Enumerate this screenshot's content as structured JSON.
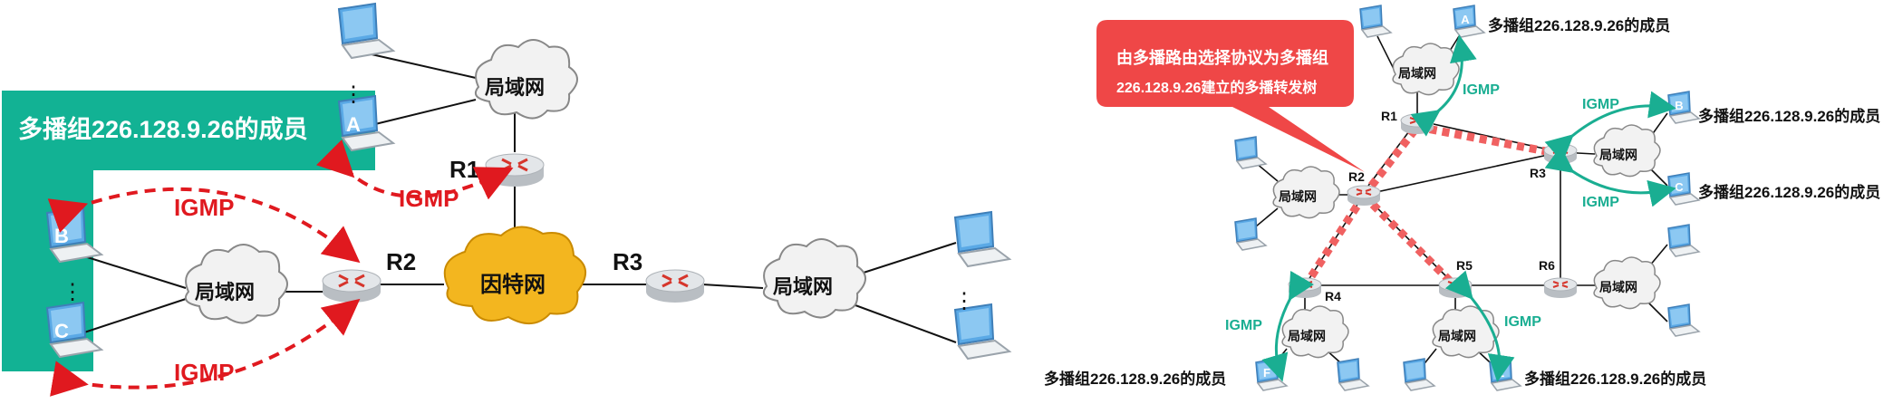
{
  "left": {
    "group_label": "多播组226.128.9.26的成员",
    "lan": "局域网",
    "internet": "因特网",
    "routers": {
      "r1": "R1",
      "r2": "R2",
      "r3": "R3"
    },
    "hosts": {
      "a": "A",
      "b": "B",
      "c": "C"
    },
    "igmp": "IGMP",
    "ellipsis": "⋮"
  },
  "right": {
    "callout_line1": "由多播路由选择协议为多播组",
    "callout_line2": "226.128.9.26建立的多播转发树",
    "lan": "局域网",
    "routers": {
      "r1": "R1",
      "r2": "R2",
      "r3": "R3",
      "r4": "R4",
      "r5": "R5",
      "r6": "R6"
    },
    "hosts": {
      "a": "A",
      "b": "B",
      "c": "C",
      "e": "E",
      "f": "F"
    },
    "igmp": "IGMP",
    "member_label": "多播组226.128.9.26的成员"
  },
  "colors": {
    "teal": "#12b294",
    "red": "#e0191f",
    "internet_fill": "#f3b61f",
    "router_fill": "#d9dde0",
    "router_arrows": "#d6352b",
    "laptop_screen": "#5aa9e6",
    "callout": "#ef4747",
    "tree_dash": "#f06161",
    "igmp_green": "#1aae92"
  }
}
